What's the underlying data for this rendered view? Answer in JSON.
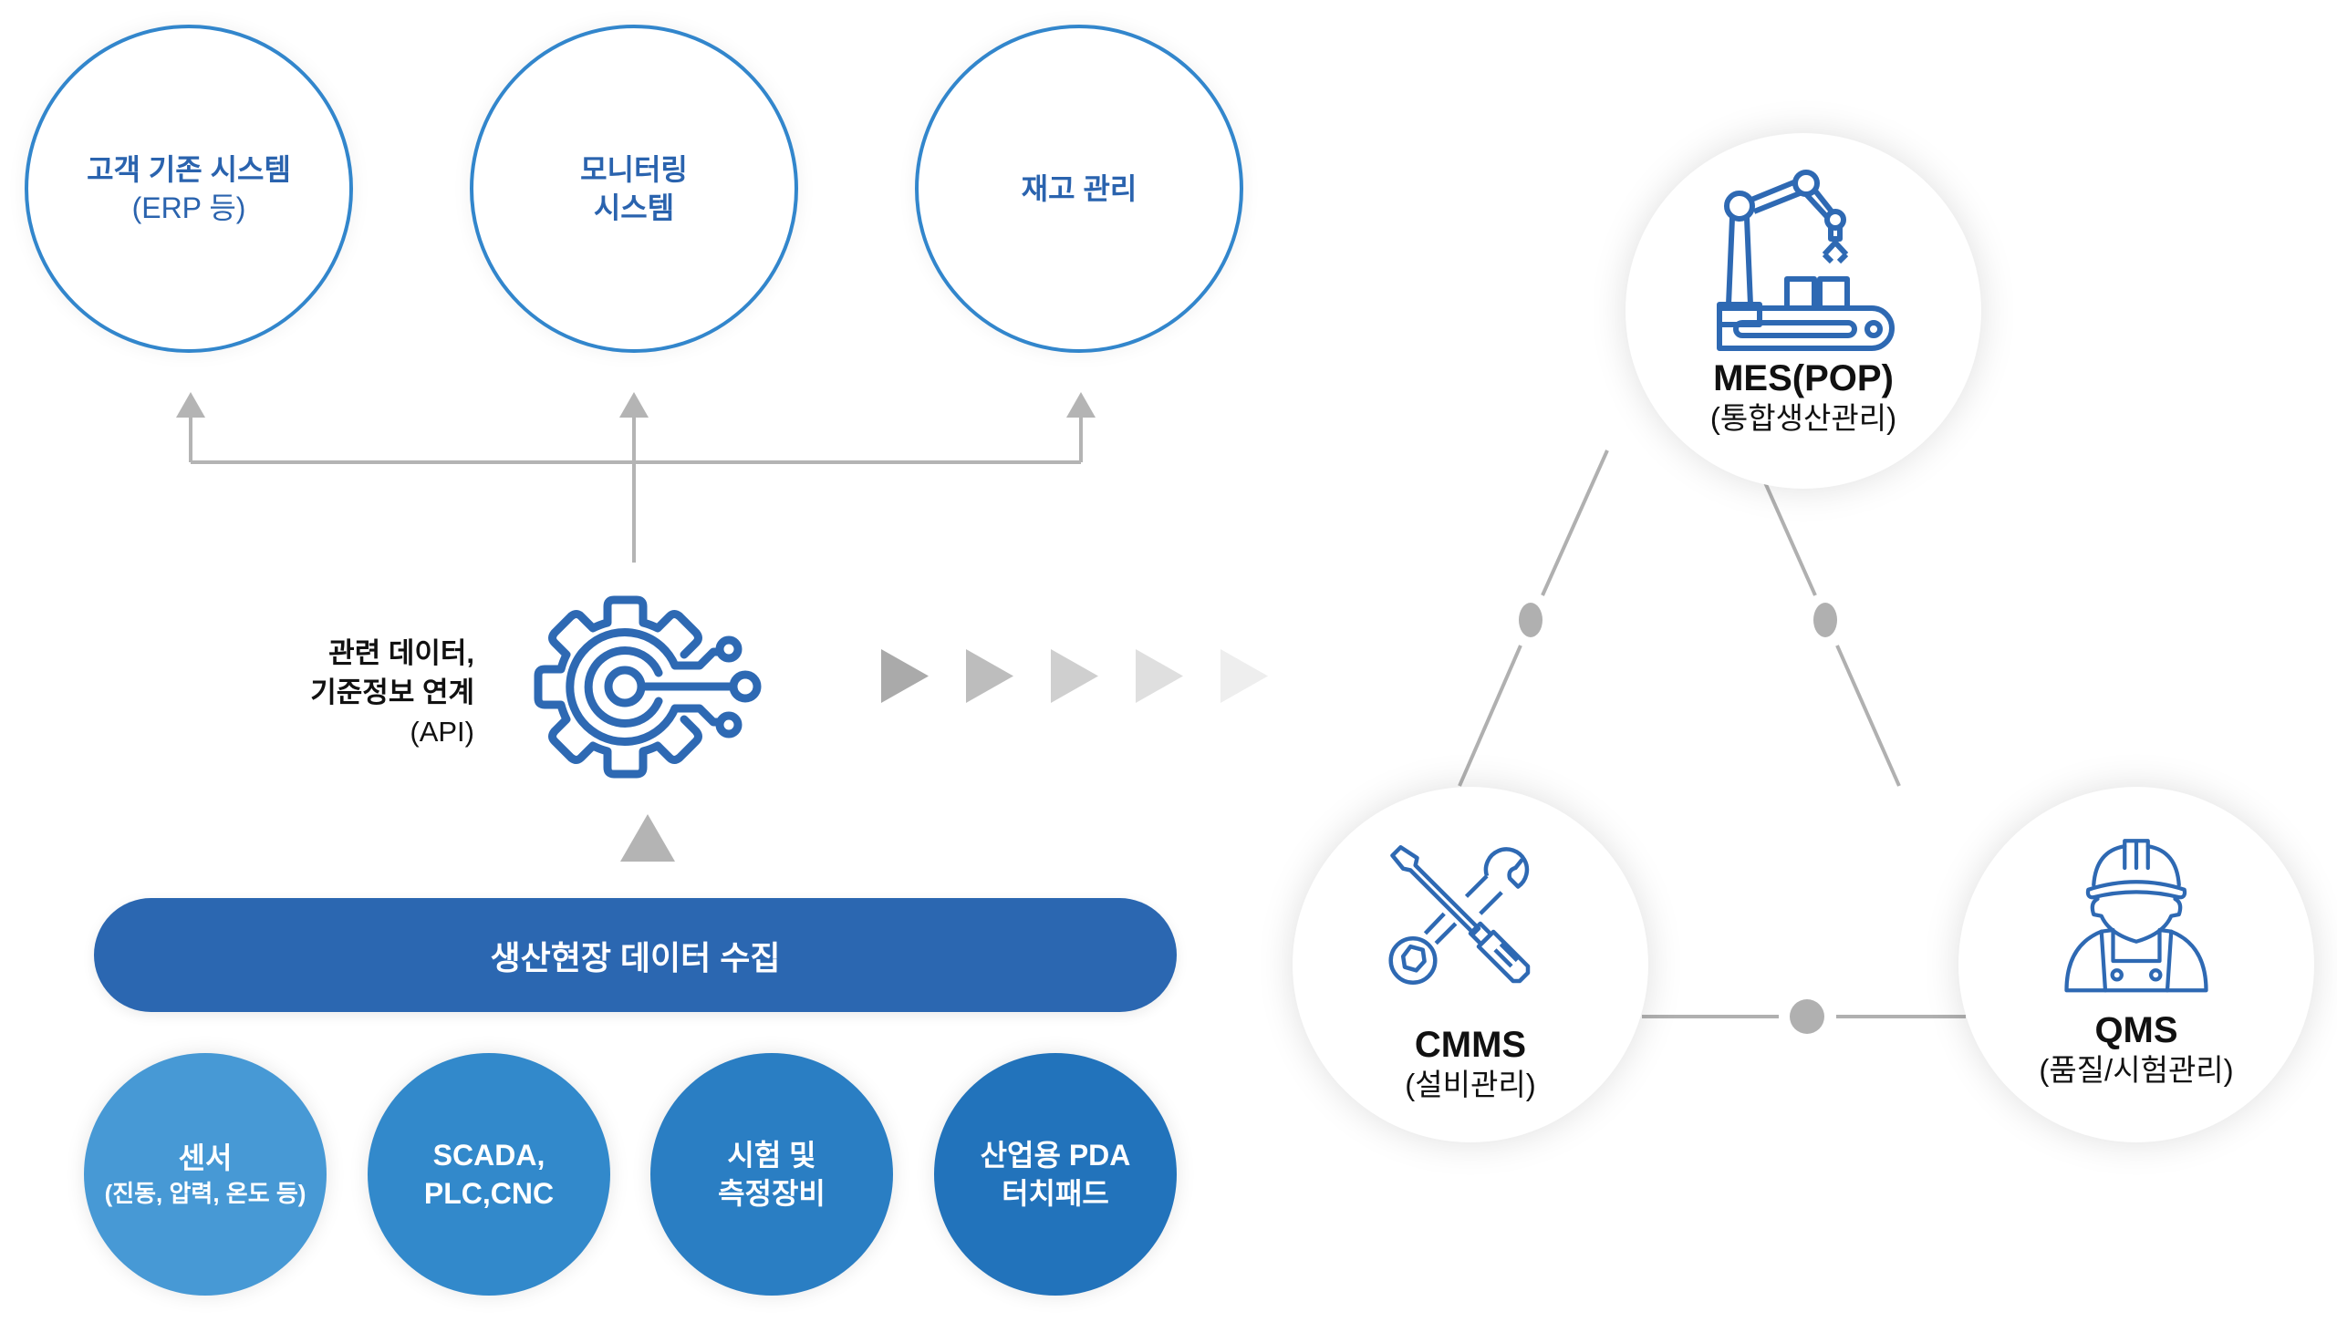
{
  "targets": [
    {
      "title": "고객 기존 시스템",
      "subtitle": "(ERP 등)"
    },
    {
      "title": "모니터링",
      "subtitle": "시스템",
      "subtitle_bold": true
    },
    {
      "title": "재고 관리",
      "subtitle": ""
    }
  ],
  "api": {
    "line1": "관련 데이터,",
    "line2": "기준정보 연계",
    "line3": "(API)",
    "icon": "gear-circuit-icon"
  },
  "collect": {
    "label": "생산현장 데이터 수집"
  },
  "sources": [
    {
      "line1": "센서",
      "line2": "(진동, 압력, 온도 등)",
      "color": "#4799d5"
    },
    {
      "line1": "SCADA,",
      "line2": "PLC,CNC",
      "color": "#3289cb"
    },
    {
      "line1": "시험 및",
      "line2": "측정장비",
      "color": "#2a7ec3"
    },
    {
      "line1": "산업용 PDA",
      "line2": "터치패드",
      "color": "#2273bb"
    }
  ],
  "flow_arrows": {
    "count": 5,
    "colors": [
      "#aaaaaa",
      "#bdbdbd",
      "#cfcfcf",
      "#dfdfdf",
      "#eeeeee"
    ]
  },
  "systems": [
    {
      "name": "MES(POP)",
      "sub": "(통합생산관리)",
      "icon": "robot-arm-conveyor-icon"
    },
    {
      "name": "CMMS",
      "sub": "(설비관리)",
      "icon": "wrench-screwdriver-icon"
    },
    {
      "name": "QMS",
      "sub": "(품질/시험관리)",
      "icon": "worker-hardhat-icon"
    }
  ],
  "colors": {
    "accent_blue": "#2b67b1",
    "icon_blue": "#2e69b3",
    "outline_blue": "#3286cc",
    "text_blue": "#2a63ae",
    "connector_gray": "#b3b3b3"
  }
}
